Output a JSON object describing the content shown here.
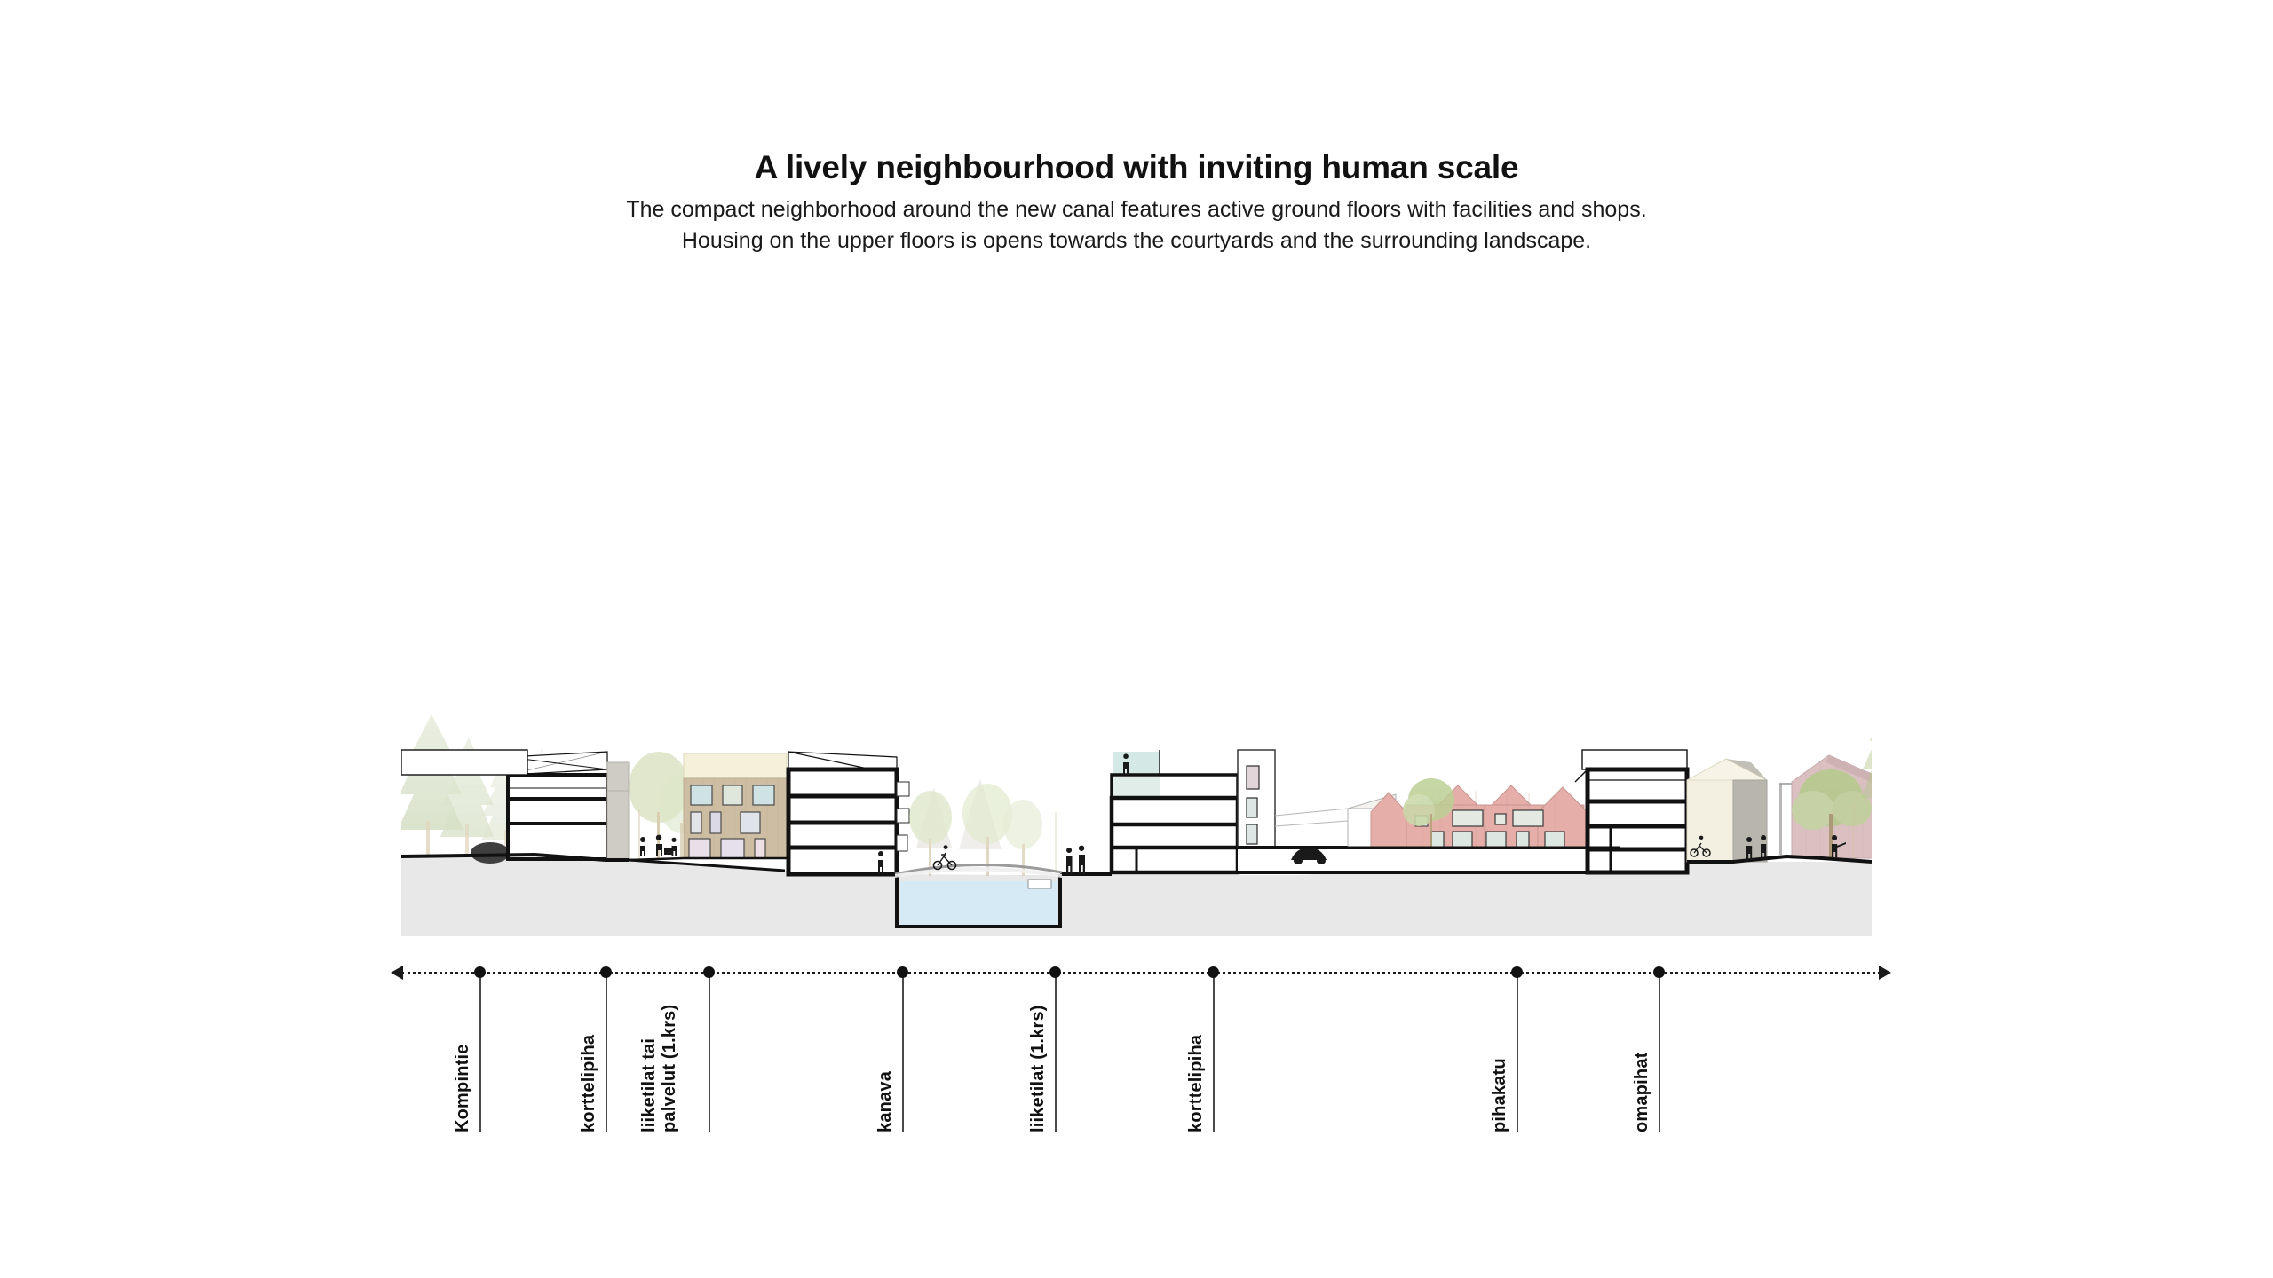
{
  "header": {
    "title": "A lively neighbourhood with inviting human scale",
    "subtitle_line1": "The compact neighborhood around the new canal features active ground floors with facilities and shops.",
    "subtitle_line2": "Housing on the upper floors is opens towards the courtyards and the surrounding landscape."
  },
  "section_drawing": {
    "type": "architectural-section",
    "caption_icons": {
      "left_arrow": "arrow-left-icon",
      "right_arrow": "arrow-right-icon"
    },
    "colors": {
      "ground_fill": "#e8e8e8",
      "water_fill": "#d6eaf6",
      "poche_black": "#111111",
      "rowhouse_pink": "#e5aea9",
      "barn_pink": "#dbc0c2",
      "timber_beige": "#cdbda2",
      "roof_cream": "#f4f0da",
      "grey_volume": "#b8b5ad",
      "window_blue": "#cfe2e4",
      "window_lilac": "#ded3e4",
      "glass_teal": "#cfe6e2",
      "tree_green": "#b9cb8f"
    },
    "elements": [
      "conifer woodland (left edge)",
      "four-storey section-cut block",
      "courtyard facade with shop windows",
      "timber clad courtyard block",
      "street trees",
      "canal with arched pedestrian bridge",
      "four-storey block with glazed top floor",
      "parking / service level with car",
      "pink gabled row houses",
      "four-storey section-cut block (right)",
      "cream and grey gabled volumes",
      "pink timber barn with tree",
      "deciduous trees (right edge)"
    ]
  },
  "dimension_line": {
    "labels": [
      {
        "text": "Kompintie",
        "x_pct": 6.0,
        "lines": 1
      },
      {
        "text": "korttelipiha",
        "x_pct": 14.4,
        "lines": 1
      },
      {
        "text": "liiketilat tai",
        "text2": "palvelut (1.krs)",
        "x_pct": 21.3,
        "lines": 2
      },
      {
        "text": "kanava",
        "x_pct": 34.3,
        "lines": 1
      },
      {
        "text": "liiketilat (1.krs)",
        "x_pct": 44.5,
        "lines": 1
      },
      {
        "text": "korttelipiha",
        "x_pct": 55.0,
        "lines": 1
      },
      {
        "text": "pihakatu",
        "x_pct": 76.9,
        "lines": 1
      },
      {
        "text": "omapihat",
        "x_pct": 88.6,
        "lines": 1
      }
    ]
  },
  "chart_data": {
    "type": "table",
    "title": "A lively neighbourhood with inviting human scale",
    "categories": [
      "Kompintie",
      "korttelipiha",
      "liiketilat tai palvelut (1.krs)",
      "kanava",
      "liiketilat (1.krs)",
      "korttelipiha",
      "pihakatu",
      "omapihat"
    ],
    "xlabel": "",
    "ylabel": "",
    "grid": false,
    "legend": "none"
  }
}
